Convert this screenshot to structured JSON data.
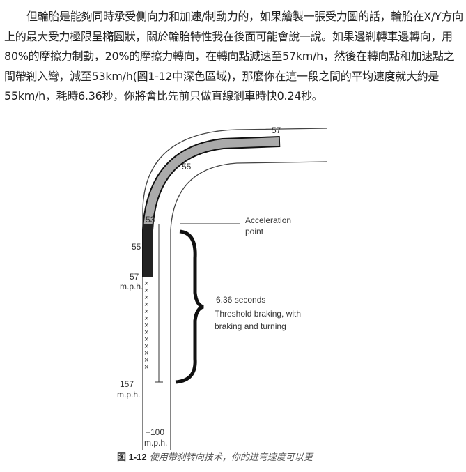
{
  "paragraph": "但輪胎是能夠同時承受側向力和加速/制動力的，如果繪製一張受力圖的話，輪胎在X/Y方向上的最大受力極限呈橢圓狀，關於輪胎特性我在後面可能會說一說。如果邊剎轉車邊轉向，用80%的摩擦力制動，20%的摩擦力轉向，在轉向點減速至57km/h，然後在轉向點和加速點之間帶剎入彎，減至53km/h(圖1-12中深色區域)，那麼你在這一段之間的平均速度就大約是55km/h，耗時6.36秒，你將會比先前只做直線剎車時快0.24秒。",
  "figure": {
    "speed_top": "57",
    "speed_curve": "55",
    "speed_53": "53",
    "speed_55": "55",
    "speed_57": "57",
    "unit1": "m.p.h.",
    "speed_157": "157",
    "unit2": "m.p.h.",
    "speed_plus100": "+100",
    "unit3": "m.p.h.",
    "accel_line1": "Acceleration",
    "accel_line2": "point",
    "time": "6.36 seconds",
    "desc_line1": "Threshold braking, with",
    "desc_line2": "braking and turning"
  },
  "caption": {
    "number": "图 1-12",
    "text": "使用带刹转向技术，你的进弯速度可以更"
  }
}
